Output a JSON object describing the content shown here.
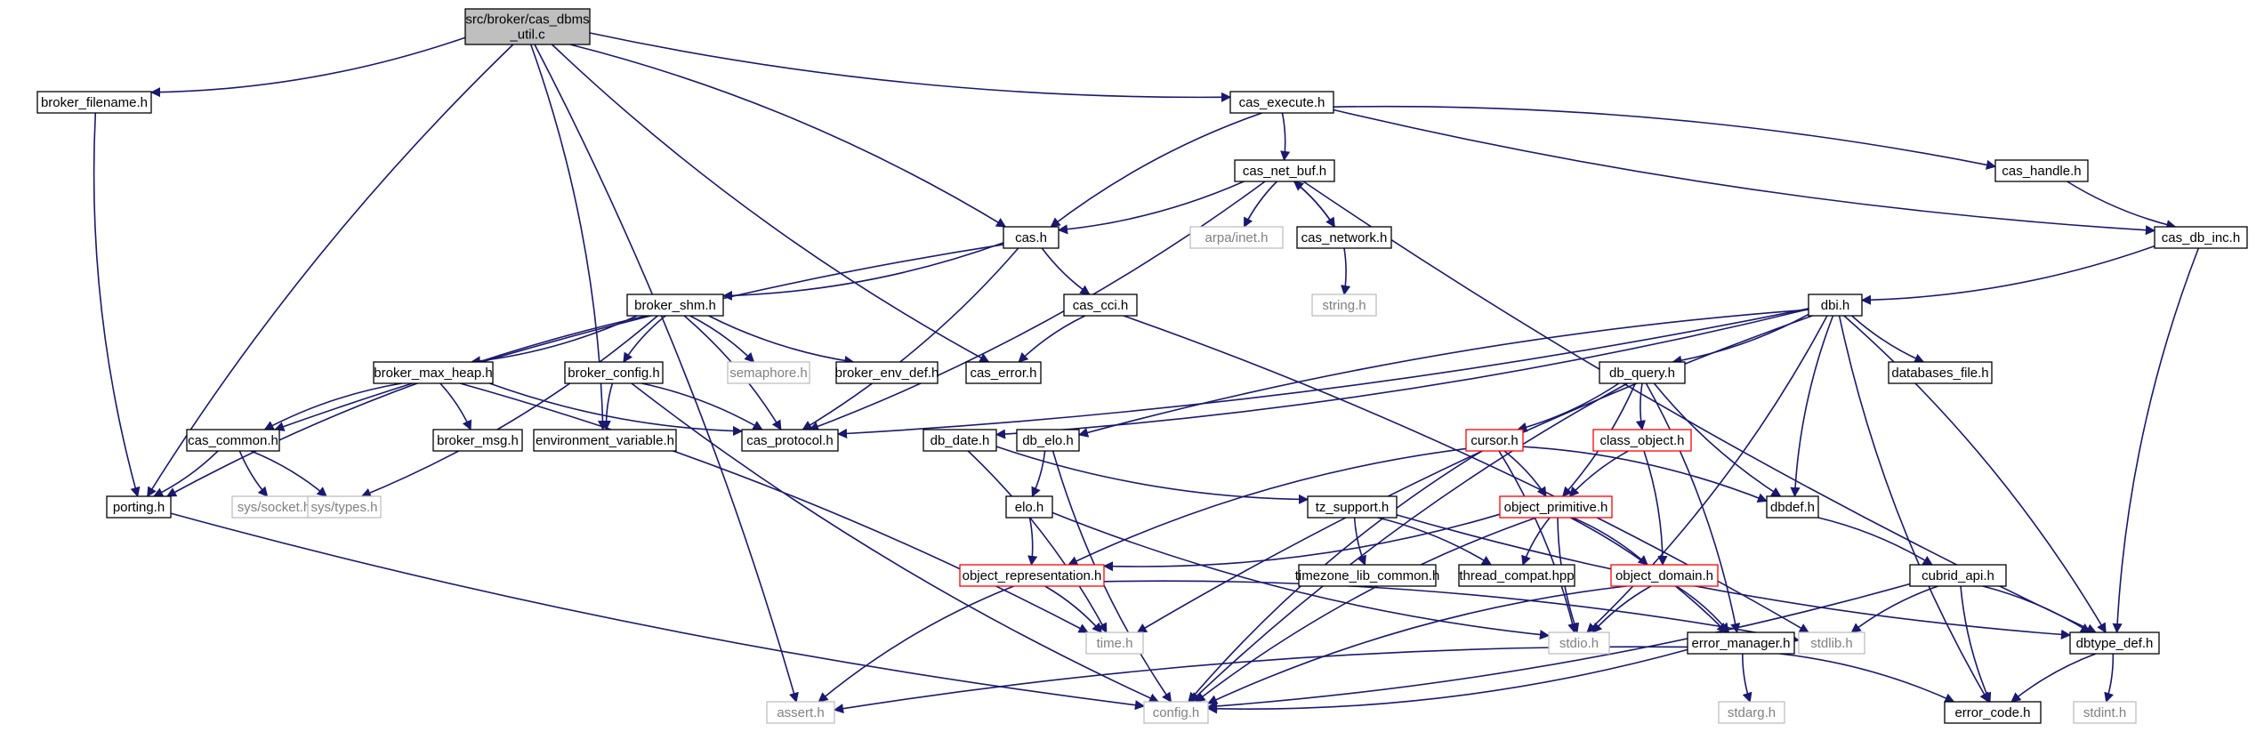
{
  "diagram": {
    "title": "",
    "colors": {
      "edge": "#191970",
      "node_border": "#000000",
      "node_border_incomplete": "#ff0000",
      "node_border_external": "#bfbfbf",
      "root_fill": "#bfbfbf",
      "node_fill": "#ffffff",
      "external_text": "#808080"
    },
    "nodes": [
      {
        "id": "root",
        "lines": [
          "src/broker/cas_dbms",
          "_util.c"
        ],
        "kind": "root"
      },
      {
        "id": "broker_filename",
        "lines": [
          "broker_filename.h"
        ],
        "kind": "normal"
      },
      {
        "id": "cas_execute",
        "lines": [
          "cas_execute.h"
        ],
        "kind": "normal"
      },
      {
        "id": "cas_net_buf",
        "lines": [
          "cas_net_buf.h"
        ],
        "kind": "normal"
      },
      {
        "id": "cas_handle",
        "lines": [
          "cas_handle.h"
        ],
        "kind": "normal"
      },
      {
        "id": "cas_h",
        "lines": [
          "cas.h"
        ],
        "kind": "normal"
      },
      {
        "id": "arpa_inet",
        "lines": [
          "arpa/inet.h"
        ],
        "kind": "external"
      },
      {
        "id": "cas_network",
        "lines": [
          "cas_network.h"
        ],
        "kind": "normal"
      },
      {
        "id": "cas_db_inc",
        "lines": [
          "cas_db_inc.h"
        ],
        "kind": "normal"
      },
      {
        "id": "broker_shm",
        "lines": [
          "broker_shm.h"
        ],
        "kind": "normal"
      },
      {
        "id": "cas_cci",
        "lines": [
          "cas_cci.h"
        ],
        "kind": "normal"
      },
      {
        "id": "string_h",
        "lines": [
          "string.h"
        ],
        "kind": "external"
      },
      {
        "id": "dbi",
        "lines": [
          "dbi.h"
        ],
        "kind": "normal"
      },
      {
        "id": "broker_max_heap",
        "lines": [
          "broker_max_heap.h"
        ],
        "kind": "normal"
      },
      {
        "id": "broker_config",
        "lines": [
          "broker_config.h"
        ],
        "kind": "normal"
      },
      {
        "id": "semaphore",
        "lines": [
          "semaphore.h"
        ],
        "kind": "external"
      },
      {
        "id": "broker_env_def",
        "lines": [
          "broker_env_def.h"
        ],
        "kind": "normal"
      },
      {
        "id": "cas_error",
        "lines": [
          "cas_error.h"
        ],
        "kind": "normal"
      },
      {
        "id": "db_query",
        "lines": [
          "db_query.h"
        ],
        "kind": "normal"
      },
      {
        "id": "databases_file",
        "lines": [
          "databases_file.h"
        ],
        "kind": "normal"
      },
      {
        "id": "cas_common",
        "lines": [
          "cas_common.h"
        ],
        "kind": "normal"
      },
      {
        "id": "broker_msg",
        "lines": [
          "broker_msg.h"
        ],
        "kind": "normal"
      },
      {
        "id": "environment_variable",
        "lines": [
          "environment_variable.h"
        ],
        "kind": "normal"
      },
      {
        "id": "cas_protocol",
        "lines": [
          "cas_protocol.h"
        ],
        "kind": "normal"
      },
      {
        "id": "db_date",
        "lines": [
          "db_date.h"
        ],
        "kind": "normal"
      },
      {
        "id": "db_elo",
        "lines": [
          "db_elo.h"
        ],
        "kind": "normal"
      },
      {
        "id": "cursor",
        "lines": [
          "cursor.h"
        ],
        "kind": "incomplete"
      },
      {
        "id": "class_object",
        "lines": [
          "class_object.h"
        ],
        "kind": "incomplete"
      },
      {
        "id": "porting",
        "lines": [
          "porting.h"
        ],
        "kind": "normal"
      },
      {
        "id": "sys_socket",
        "lines": [
          "sys/socket.h"
        ],
        "kind": "external"
      },
      {
        "id": "sys_types",
        "lines": [
          "sys/types.h"
        ],
        "kind": "external"
      },
      {
        "id": "elo",
        "lines": [
          "elo.h"
        ],
        "kind": "normal"
      },
      {
        "id": "tz_support",
        "lines": [
          "tz_support.h"
        ],
        "kind": "normal"
      },
      {
        "id": "object_primitive",
        "lines": [
          "object_primitive.h"
        ],
        "kind": "incomplete"
      },
      {
        "id": "dbdef",
        "lines": [
          "dbdef.h"
        ],
        "kind": "normal"
      },
      {
        "id": "object_representation",
        "lines": [
          "object_representation.h"
        ],
        "kind": "incomplete"
      },
      {
        "id": "timezone_lib_common",
        "lines": [
          "timezone_lib_common.h"
        ],
        "kind": "normal"
      },
      {
        "id": "thread_compat",
        "lines": [
          "thread_compat.hpp"
        ],
        "kind": "normal"
      },
      {
        "id": "object_domain",
        "lines": [
          "object_domain.h"
        ],
        "kind": "incomplete"
      },
      {
        "id": "cubrid_api",
        "lines": [
          "cubrid_api.h"
        ],
        "kind": "normal"
      },
      {
        "id": "time_h",
        "lines": [
          "time.h"
        ],
        "kind": "external"
      },
      {
        "id": "stdio_h",
        "lines": [
          "stdio.h"
        ],
        "kind": "external"
      },
      {
        "id": "error_manager",
        "lines": [
          "error_manager.h"
        ],
        "kind": "normal"
      },
      {
        "id": "stdlib_h",
        "lines": [
          "stdlib.h"
        ],
        "kind": "external"
      },
      {
        "id": "dbtype_def",
        "lines": [
          "dbtype_def.h"
        ],
        "kind": "normal"
      },
      {
        "id": "assert_h",
        "lines": [
          "assert.h"
        ],
        "kind": "external"
      },
      {
        "id": "config_h",
        "lines": [
          "config.h"
        ],
        "kind": "external"
      },
      {
        "id": "stdarg_h",
        "lines": [
          "stdarg.h"
        ],
        "kind": "external"
      },
      {
        "id": "error_code",
        "lines": [
          "error_code.h"
        ],
        "kind": "normal"
      },
      {
        "id": "stdint_h",
        "lines": [
          "stdint.h"
        ],
        "kind": "external"
      }
    ],
    "edges": [
      [
        "root",
        "broker_filename"
      ],
      [
        "root",
        "cas_execute"
      ],
      [
        "root",
        "cas_h"
      ],
      [
        "root",
        "porting"
      ],
      [
        "root",
        "environment_variable"
      ],
      [
        "root",
        "cas_error"
      ],
      [
        "root",
        "assert_h"
      ],
      [
        "broker_filename",
        "porting"
      ],
      [
        "cas_execute",
        "cas_net_buf"
      ],
      [
        "cas_execute",
        "cas_h"
      ],
      [
        "cas_execute",
        "cas_handle"
      ],
      [
        "cas_execute",
        "cas_db_inc"
      ],
      [
        "cas_net_buf",
        "cas_h"
      ],
      [
        "cas_net_buf",
        "arpa_inet"
      ],
      [
        "cas_net_buf",
        "cas_network"
      ],
      [
        "cas_net_buf",
        "dbtype_def"
      ],
      [
        "cas_net_buf",
        "cas_protocol"
      ],
      [
        "cas_network",
        "cas_net_buf"
      ],
      [
        "cas_network",
        "string_h"
      ],
      [
        "cas_handle",
        "cas_db_inc"
      ],
      [
        "cas_db_inc",
        "dbi"
      ],
      [
        "cas_db_inc",
        "dbtype_def"
      ],
      [
        "cas_h",
        "broker_shm"
      ],
      [
        "cas_h",
        "cas_cci"
      ],
      [
        "cas_h",
        "cas_protocol"
      ],
      [
        "cas_h",
        "cas_common"
      ],
      [
        "broker_shm",
        "broker_max_heap"
      ],
      [
        "broker_shm",
        "broker_config"
      ],
      [
        "broker_shm",
        "semaphore"
      ],
      [
        "broker_shm",
        "broker_env_def"
      ],
      [
        "broker_shm",
        "cas_protocol"
      ],
      [
        "broker_shm",
        "porting"
      ],
      [
        "broker_shm",
        "sys_types"
      ],
      [
        "cas_cci",
        "cas_error"
      ],
      [
        "cas_cci",
        "stdlib_h"
      ],
      [
        "broker_max_heap",
        "cas_common"
      ],
      [
        "broker_max_heap",
        "broker_msg"
      ],
      [
        "broker_max_heap",
        "cas_protocol"
      ],
      [
        "broker_max_heap",
        "time_h"
      ],
      [
        "broker_config",
        "environment_variable"
      ],
      [
        "broker_config",
        "cas_protocol"
      ],
      [
        "broker_config",
        "config_h"
      ],
      [
        "cas_common",
        "porting"
      ],
      [
        "cas_common",
        "sys_socket"
      ],
      [
        "cas_common",
        "sys_types"
      ],
      [
        "porting",
        "config_h"
      ],
      [
        "dbi",
        "db_query"
      ],
      [
        "dbi",
        "databases_file"
      ],
      [
        "dbi",
        "db_date"
      ],
      [
        "dbi",
        "db_elo"
      ],
      [
        "dbi",
        "cas_protocol"
      ],
      [
        "dbi",
        "dbdef"
      ],
      [
        "dbi",
        "stdio_h"
      ],
      [
        "dbi",
        "error_code"
      ],
      [
        "dbi",
        "dbtype_def"
      ],
      [
        "dbi",
        "time_h"
      ],
      [
        "db_query",
        "cursor"
      ],
      [
        "db_query",
        "class_object"
      ],
      [
        "db_query",
        "object_primitive"
      ],
      [
        "db_query",
        "dbdef"
      ],
      [
        "db_query",
        "error_manager"
      ],
      [
        "db_query",
        "config_h"
      ],
      [
        "db_date",
        "time_h"
      ],
      [
        "db_date",
        "tz_support"
      ],
      [
        "db_elo",
        "elo"
      ],
      [
        "db_elo",
        "config_h"
      ],
      [
        "elo",
        "object_representation"
      ],
      [
        "elo",
        "stdio_h"
      ],
      [
        "cursor",
        "object_primitive"
      ],
      [
        "cursor",
        "object_representation"
      ],
      [
        "cursor",
        "dbdef"
      ],
      [
        "cursor",
        "config_h"
      ],
      [
        "cursor",
        "stdio_h"
      ],
      [
        "class_object",
        "object_primitive"
      ],
      [
        "class_object",
        "object_domain"
      ],
      [
        "tz_support",
        "timezone_lib_common"
      ],
      [
        "tz_support",
        "thread_compat"
      ],
      [
        "tz_support",
        "dbtype_def"
      ],
      [
        "object_primitive",
        "object_representation"
      ],
      [
        "object_primitive",
        "thread_compat"
      ],
      [
        "object_primitive",
        "object_domain"
      ],
      [
        "object_primitive",
        "stdio_h"
      ],
      [
        "object_primitive",
        "error_manager"
      ],
      [
        "object_primitive",
        "config_h"
      ],
      [
        "object_representation",
        "time_h"
      ],
      [
        "object_representation",
        "assert_h"
      ],
      [
        "object_representation",
        "stdlib_h"
      ],
      [
        "object_domain",
        "stdio_h"
      ],
      [
        "object_domain",
        "error_manager"
      ],
      [
        "object_domain",
        "config_h"
      ],
      [
        "dbdef",
        "cubrid_api"
      ],
      [
        "cubrid_api",
        "stdlib_h"
      ],
      [
        "cubrid_api",
        "dbtype_def"
      ],
      [
        "cubrid_api",
        "error_code"
      ],
      [
        "cubrid_api",
        "config_h"
      ],
      [
        "error_manager",
        "assert_h"
      ],
      [
        "error_manager",
        "config_h"
      ],
      [
        "error_manager",
        "stdarg_h"
      ],
      [
        "error_manager",
        "error_code"
      ],
      [
        "dbtype_def",
        "error_code"
      ],
      [
        "dbtype_def",
        "stdint_h"
      ]
    ]
  }
}
